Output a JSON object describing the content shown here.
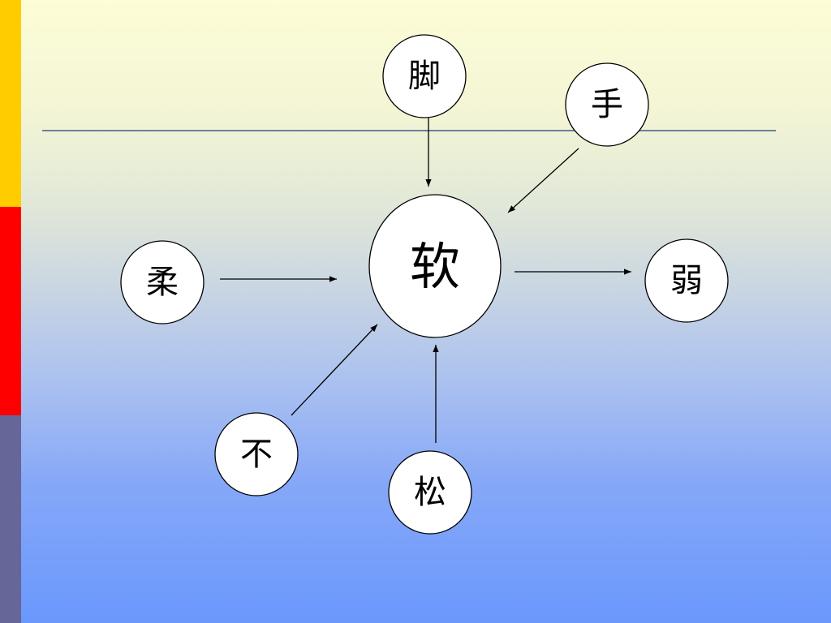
{
  "colors": {
    "sidebar_top": "#ffcc00",
    "sidebar_middle": "#ff0000",
    "sidebar_bottom": "#666699",
    "rule_line": "#6d7f9a",
    "node_fill": "#ffffff",
    "node_stroke": "#000000"
  },
  "diagram": {
    "center": {
      "label": "软"
    },
    "nodes": [
      {
        "key": "jiao",
        "label": "脚",
        "relation": "incoming"
      },
      {
        "key": "shou",
        "label": "手",
        "relation": "incoming"
      },
      {
        "key": "rou",
        "label": "柔",
        "relation": "incoming"
      },
      {
        "key": "ruo",
        "label": "弱",
        "relation": "outgoing"
      },
      {
        "key": "bu",
        "label": "不",
        "relation": "incoming"
      },
      {
        "key": "song",
        "label": "松",
        "relation": "incoming"
      }
    ]
  }
}
